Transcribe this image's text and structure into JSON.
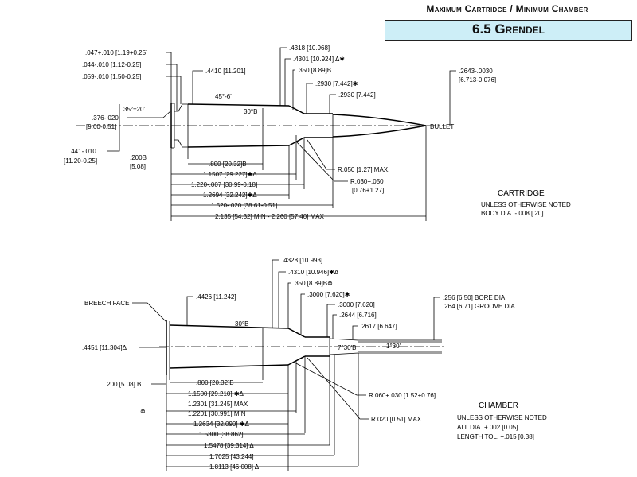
{
  "header": {
    "title": "Maximum Cartridge / Minimum Chamber",
    "subtitle": "6.5 Grendel",
    "box_color": "#cdeef7"
  },
  "cartridge": {
    "labels": {
      "rim_thick": ".047+.010 [1.19+0.25]",
      "rim_a": ".044-.010 [1.12-0.25]",
      "rim_b": ".059-.010 [1.50-0.25]",
      "d4410": ".4410 [11.201]",
      "d4318": ".4318 [10.968]",
      "d4301": ".4301 [10.924] Δ✱",
      "d350": ".350 [8.89]B",
      "d2930a": ".2930 [7.442]✱",
      "d2930b": ".2930 [7.442]",
      "d2643": ".2643-.0030",
      "d2643m": "[6.713-0.076]",
      "ang35": "35°±20'",
      "ang45": "45°-6'",
      "ang30": "30°B",
      "d376": ".376-.020",
      "d376m": "[9.60-0.51]",
      "bullet": "BULLET",
      "d441": ".441-.010",
      "d441m": "[11.20-0.25]",
      "d200": ".200B",
      "d200m": "[5.08]",
      "l800": ".800 [20.32]B",
      "l11507": "1.1507 [29.227]✱Δ",
      "l1220": "1.220-.007 [30.99-0.18]",
      "l12694": "1.2694 [32.242]✱Δ",
      "l1520": "1.520-.020 [38.61-0.51]",
      "l2135": "2.135 [54.32] MIN - 2.260 [57.40] MAX",
      "r050": "R.050 [1.27] MAX.",
      "r030": "R.030+.050",
      "r030m": "[0.76+1.27]",
      "title": "CARTRIDGE",
      "note1": "UNLESS OTHERWISE NOTED",
      "note2": "BODY DIA. -.008 [.20]"
    }
  },
  "chamber": {
    "labels": {
      "d4328": ".4328 [10.993]",
      "d4310": ".4310 [10.946]✱Δ",
      "d350": ".350 [8.89]B⊗",
      "d3000a": ".3000 [7.620]✱",
      "d3000b": ".3000 [7.620]",
      "d2644": ".2644 [6.716]",
      "d2617": ".2617 [6.647]",
      "breech": "BREECH FACE",
      "d4426": ".4426 [11.242]",
      "ang30": "30°B",
      "bore": ".256 [6.50] BORE DIA",
      "groove": ".264 [6.71] GROOVE DIA",
      "d4451": ".4451 [11.304]Δ",
      "ang730": "7°30'B",
      "ang130": "1°30'",
      "d200": ".200 [5.08]  B",
      "l800": ".800 [20.32]B",
      "l1150": "1.1500 [29.210] ✱Δ",
      "l12301": "1.2301 [31.245] MAX",
      "l12201": "1.2201 [30.991] MIN",
      "l12634": "1.2634 [32.090] ✱Δ",
      "l1530": "1.5300 [38.862]",
      "l15478": "1.5478 [39.314] Δ",
      "l17025": "1.7025 [43.244]",
      "l18113": "1.8113 [46.008] Δ",
      "r060": "R.060+.030 [1.52+0.76]",
      "r020": "R.020 [0.51] MAX",
      "symbol": "⊗",
      "title": "CHAMBER",
      "note1": "UNLESS OTHERWISE NOTED",
      "note2": "ALL DIA. +.002 [0.05]",
      "note3": "LENGTH TOL. +.015 [0.38]"
    }
  }
}
